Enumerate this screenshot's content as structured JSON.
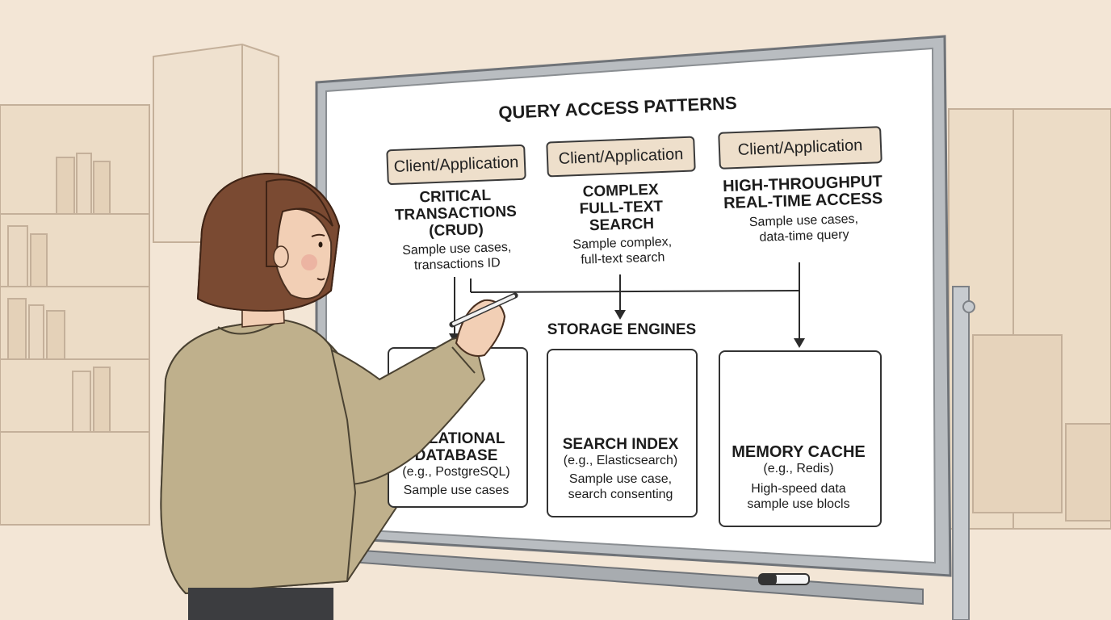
{
  "board": {
    "title": "QUERY ACCESS PATTERNS",
    "storage_title": "STORAGE ENGINES"
  },
  "patterns": [
    {
      "client": "Client/Application",
      "heading": [
        "CRITICAL",
        "TRANSACTIONS",
        "(CRUD)"
      ],
      "desc": [
        "Sample use cases,",
        "transactions ID"
      ]
    },
    {
      "client": "Client/Application",
      "heading": [
        "COMPLEX",
        "FULL-TEXT",
        "SEARCH"
      ],
      "desc": [
        "Sample complex,",
        "full-text search"
      ]
    },
    {
      "client": "Client/Application",
      "heading": [
        "HIGH-THROUGHPUT",
        "REAL-TIME ACCESS"
      ],
      "desc": [
        "Sample use cases,",
        "data-time query"
      ]
    }
  ],
  "engines": [
    {
      "name": [
        "RELATIONAL",
        "DATABASE"
      ],
      "example": "(e.g., PostgreSQL)",
      "desc": [
        "Sample use cases"
      ],
      "icon": "table-grid-icon"
    },
    {
      "name": [
        "SEARCH INDEX"
      ],
      "example": "(e.g., Elasticsearch)",
      "desc": [
        "Sample use case,",
        "search consenting"
      ],
      "icon": "magnifier-icon"
    },
    {
      "name": [
        "MEMORY CACHE"
      ],
      "example": "(e.g., Redis)",
      "desc": [
        "High-speed data",
        "sample use blocls"
      ],
      "icon": "cache-stack-clock-icon"
    }
  ],
  "colors": {
    "wall": "#f3e6d6",
    "board": "#ffffff",
    "frame": "#b9bdc1",
    "chip": "#eedfcb",
    "sweater": "#bfb08c",
    "hair": "#7a4a32",
    "cache_red": "#c8553f"
  }
}
